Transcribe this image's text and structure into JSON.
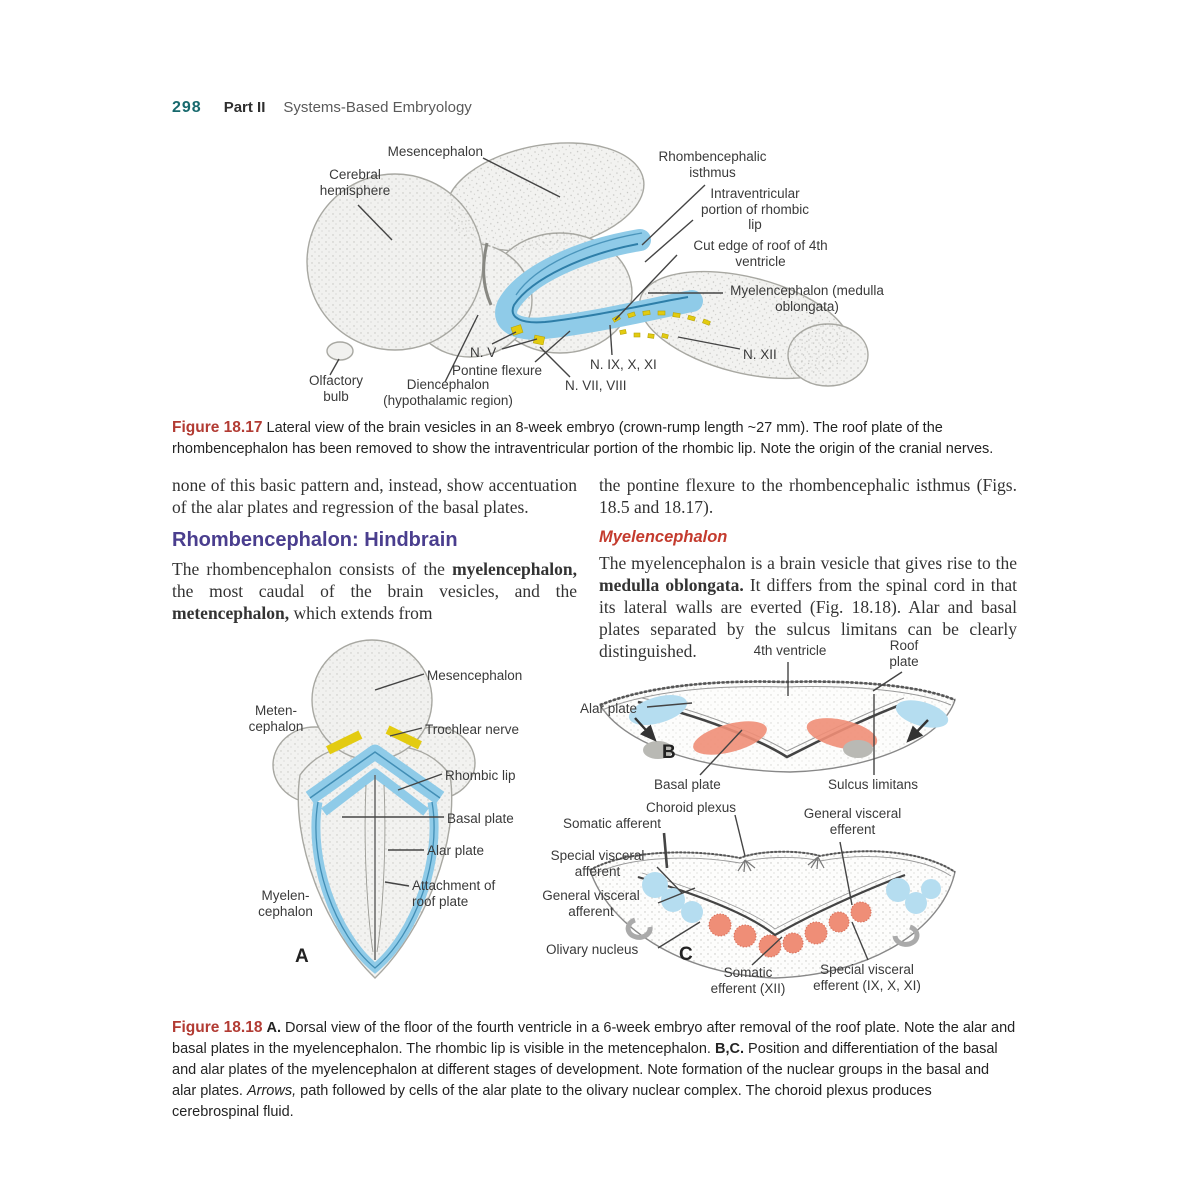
{
  "page_header": {
    "number": "298",
    "part_label": "Part II",
    "title": "Systems-Based Embryology"
  },
  "colors": {
    "page_number_teal": "#17696d",
    "heading_purple": "#4a3e8e",
    "figure_tag_red": "#b23b33",
    "subheading_red": "#c43b2e",
    "figure_blue": "#8fcbe8",
    "figure_light_blue": "#b5ddf0",
    "figure_yellow": "#e3cb10",
    "figure_red_stipple": "#ef8e77"
  },
  "figure_17": {
    "caption_label": "Figure 18.17",
    "caption_text": "Lateral view of the brain vesicles in an 8-week embryo (crown-rump length ~27 mm). The roof plate of the rhombencephalon has been removed to show the intraventricular portion of the rhombic lip. Note the origin of the cranial nerves.",
    "labels": {
      "mesencephalon": "Mesencephalon",
      "cerebral_hemisphere": "Cerebral hemisphere",
      "rhombencephalic_isthmus": "Rhombencephalic isthmus",
      "intraventricular_portion": "Intraventricular portion of rhombic lip",
      "cut_edge": "Cut edge of roof of 4th ventricle",
      "myelencephalon": "Myelencephalon (medulla oblongata)",
      "n_v": "N. V",
      "pontine_flexure": "Pontine flexure",
      "n_vii_viii": "N. VII, VIII",
      "n_ix_x_xi": "N. IX, X, XI",
      "n_xii": "N. XII",
      "olfactory_bulb": "Olfactory bulb",
      "diencephalon": "Diencephalon (hypothalamic region)"
    }
  },
  "body_text": {
    "left_column": {
      "paragraph_1": "none of this basic pattern and, instead, show accentuation of the alar plates and regression of the basal plates.",
      "heading": "Rhombencephalon: Hindbrain",
      "paragraph_2_parts": [
        "The rhombencephalon consists of the ",
        "myelencephalon,",
        " the most caudal of the brain vesicles, and the ",
        "metencephalon,",
        " which extends from"
      ]
    },
    "right_column": {
      "paragraph_1": "the pontine flexure to the rhombencephalic isthmus (Figs. 18.5 and 18.17).",
      "heading": "Myelencephalon",
      "paragraph_2_parts": [
        "The myelencephalon is a brain vesicle that gives rise to the ",
        "medulla oblongata.",
        " It differs from the spinal cord in that its lateral walls are everted (Fig. 18.18). Alar and basal plates separated by the sulcus limitans can be clearly distinguished."
      ]
    }
  },
  "figure_18": {
    "caption_label": "Figure 18.18",
    "caption_parts": [
      "A.",
      " Dorsal view of the floor of the fourth ventricle in a 6-week embryo after removal of the roof plate. Note the alar and basal plates in the myelencephalon. The rhombic lip is visible in the metencephalon. ",
      "B,C.",
      " Position and differentiation of the basal and alar plates of the myelencephalon at different stages of development. Note formation of the nuclear groups in the basal and alar plates. ",
      "Arrows,",
      " path followed by cells of the alar plate to the olivary nuclear complex. The choroid plexus produces cerebrospinal fluid."
    ],
    "panel_a": {
      "letter": "A",
      "labels": {
        "mesencephalon": "Mesencephalon",
        "metencephalon": "Meten-cephalon",
        "trochlear_nerve": "Trochlear nerve",
        "rhombic_lip": "Rhombic lip",
        "basal_plate": "Basal plate",
        "alar_plate": "Alar plate",
        "attachment_of_roof_plate": "Attachment of roof plate",
        "myelencephalon": "Myelen-cephalon"
      }
    },
    "panel_b": {
      "letter": "B",
      "labels": {
        "fourth_ventricle": "4th ventricle",
        "roof_plate": "Roof plate",
        "alar_plate": "Alar plate",
        "basal_plate": "Basal plate",
        "sulcus_limitans": "Sulcus limitans"
      }
    },
    "panel_c": {
      "letter": "C",
      "labels": {
        "choroid_plexus": "Choroid plexus",
        "somatic_afferent": "Somatic afferent",
        "general_visceral_efferent": "General visceral efferent",
        "special_visceral_afferent": "Special visceral afferent",
        "general_visceral_afferent": "General visceral afferent",
        "olivary_nucleus": "Olivary nucleus",
        "somatic_efferent": "Somatic efferent (XII)",
        "special_visceral_efferent": "Special visceral efferent (IX, X, XI)"
      }
    }
  }
}
